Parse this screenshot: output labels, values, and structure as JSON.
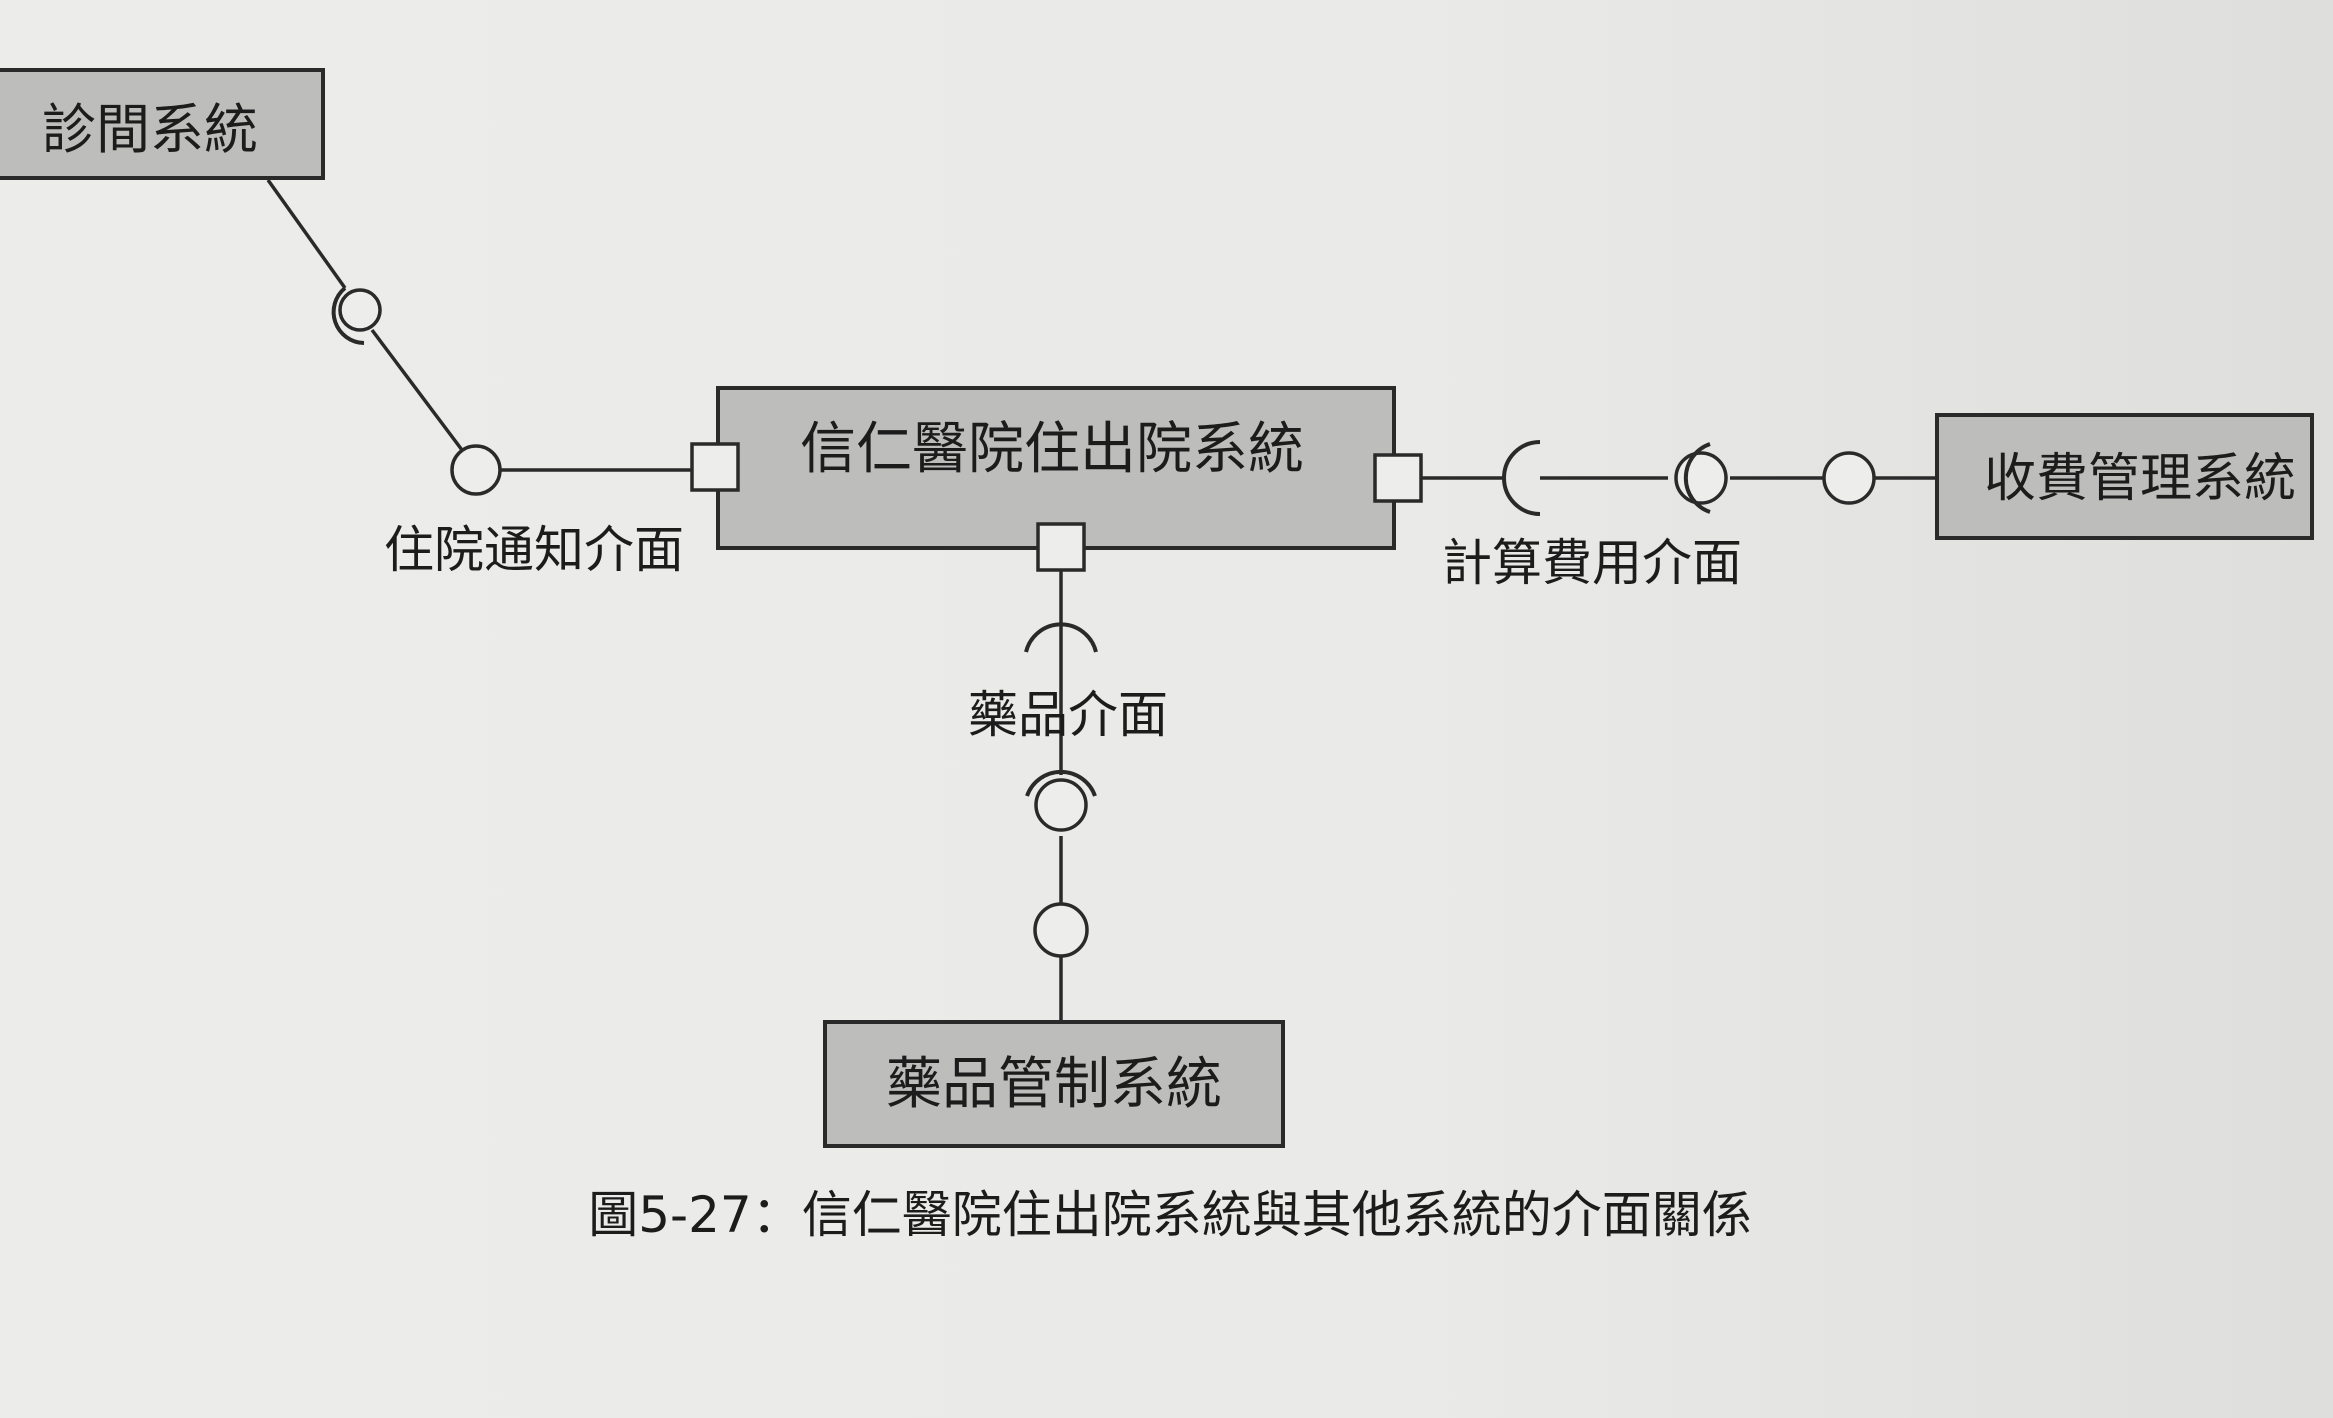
{
  "components": {
    "clinic": "診間系統",
    "main": "信仁醫院住出院系統",
    "billing": "收費管理系統",
    "pharmacy": "藥品管制系統"
  },
  "interfaces": {
    "admission": "住院通知介面",
    "billing": "計算費用介面",
    "drug": "藥品介面"
  },
  "caption": "圖5-27：信仁醫院住出院系統與其他系統的介面關係",
  "colors": {
    "box_fill": "#bdbdbb",
    "stroke": "#2a2a2a",
    "background": "#e9e9e7"
  }
}
